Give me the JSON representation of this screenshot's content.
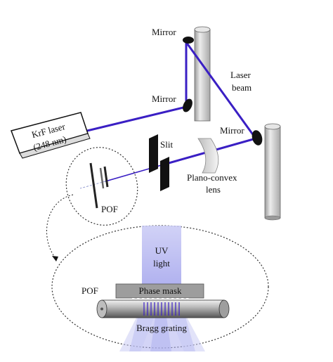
{
  "labels": {
    "mirror_top": "Mirror",
    "mirror_mid": "Mirror",
    "mirror_right": "Mirror",
    "laser_beam_line1": "Laser",
    "laser_beam_line2": "beam",
    "krf_line1": "KrF laser",
    "krf_line2": "(248 nm)",
    "slit": "Slit",
    "lens_line1": "Plano-convex",
    "lens_line2": "lens",
    "pof_small": "POF",
    "uv_line1": "UV",
    "uv_line2": "light",
    "pof_large": "POF",
    "phase_mask": "Phase mask",
    "bragg_grating": "Bragg grating"
  },
  "colors": {
    "beam": "#3a1fc4",
    "uv_light": "#b8b9f2",
    "pillar": "#d2d2d2",
    "mirror": "#111111"
  }
}
